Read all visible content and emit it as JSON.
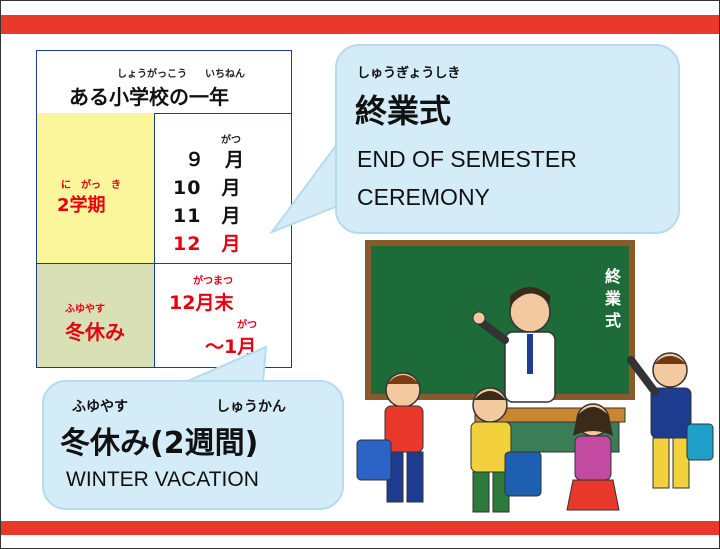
{
  "calendar": {
    "title_ruby_1": "しょうがっこう",
    "title_ruby_2": "いちねん",
    "title": "ある小学校の一年",
    "term_ruby": "に　がっ　き",
    "term_label": "2学期",
    "month_ruby": "がつ",
    "months": [
      "９　月",
      "10　月",
      "11　月",
      "12　月"
    ],
    "vacation_ruby": "ふゆやす",
    "vacation_label": "冬休み",
    "vacation_date1_ruby": "がつまつ",
    "vacation_date1": "12月末",
    "vacation_date2_ruby": "がつ",
    "vacation_date2": "～1月"
  },
  "ceremony": {
    "ruby": "しゅうぎょうしき",
    "jp": "終業式",
    "en_line1": "END OF SEMESTER",
    "en_line2": "CEREMONY"
  },
  "vacation": {
    "ruby1": "ふゆやす",
    "ruby2": "しゅうかん",
    "jp": "冬休み(2週間)",
    "en": "WINTER VACATION"
  },
  "illustration": {
    "blackboard_text": [
      "終",
      "業",
      "式"
    ]
  },
  "colors": {
    "accent_red": "#e8392a",
    "term_yellow": "#fbf59b",
    "vacation_green": "#d9e0b5",
    "bubble_blue": "#d4ecf7",
    "blackboard": "#1e6b3a"
  }
}
